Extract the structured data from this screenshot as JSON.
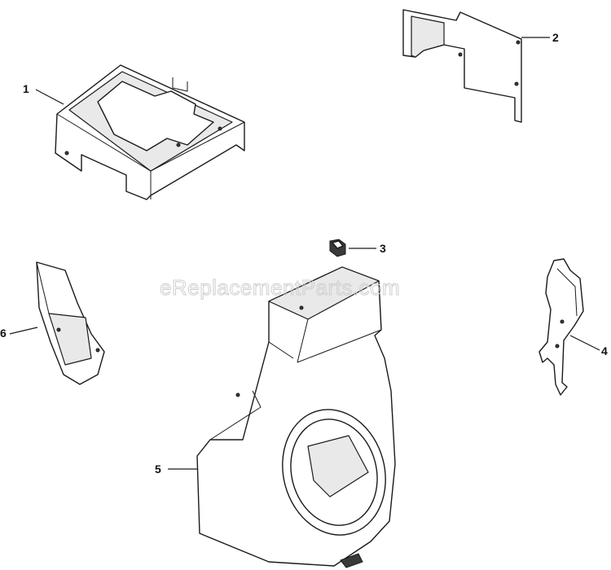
{
  "watermark": "eReplacementParts.com",
  "callouts": [
    "1",
    "2",
    "3",
    "4",
    "5",
    "6"
  ]
}
